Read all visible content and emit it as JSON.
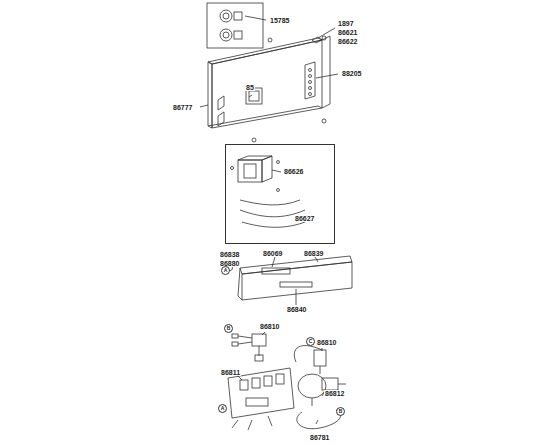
{
  "diagram": {
    "nodes": [
      {
        "text": [
          "86626",
          "86627"
        ]
      }
    ],
    "labels": [
      "15785",
      "1897",
      "86621",
      "86622",
      "85",
      "88205",
      "86777",
      "86838",
      "86880",
      "86069",
      "86839",
      "86840",
      "86810",
      "86811",
      "86810",
      "86812",
      "86781",
      "A",
      "B",
      "A",
      "C",
      "B"
    ]
  }
}
